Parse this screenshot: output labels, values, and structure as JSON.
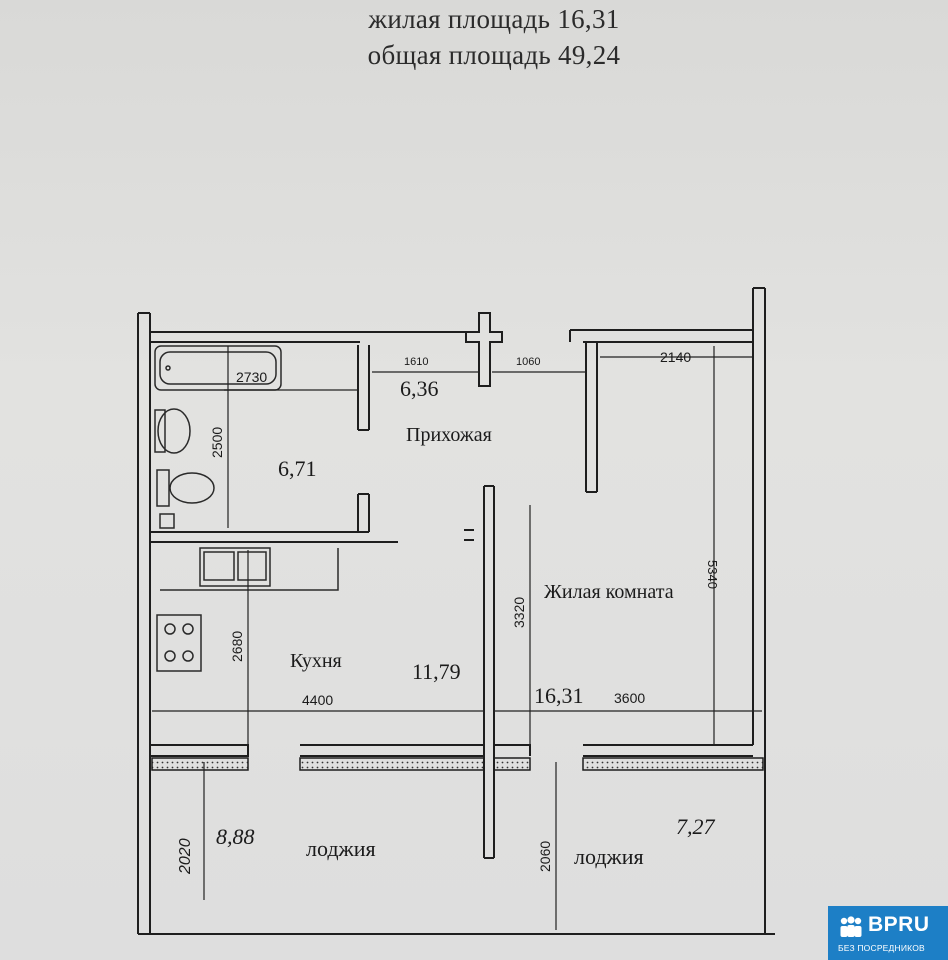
{
  "header": {
    "living_area": "жилая площадь 16,31",
    "total_area": "общая площадь  49,24"
  },
  "rooms": {
    "hallway": {
      "name": "Прихожая",
      "area": "6,36"
    },
    "bathroom": {
      "area": "6,71"
    },
    "living_room": {
      "name": "Жилая комната",
      "area": "16,31"
    },
    "kitchen": {
      "name": "Кухня",
      "area": "11,79"
    },
    "loggia_left": {
      "name": "лоджия",
      "area": "8,88"
    },
    "loggia_right": {
      "name": "лоджия",
      "area": "7,27"
    }
  },
  "dimensions": {
    "bath_width": "2730",
    "bath_depth": "2500",
    "hall_1": "1610",
    "hall_2": "1060",
    "living_top": "2140",
    "living_depth": "5340",
    "living_side": "3320",
    "kitchen_depth": "2680",
    "kitchen_width": "4400",
    "living_width": "3600",
    "loggia_left_depth": "2020",
    "loggia_right_depth": "2060"
  },
  "badge": {
    "name": "BPRU",
    "subtitle": "БЕЗ ПОСРЕДНИКОВ",
    "color": "#1d7fc6"
  }
}
